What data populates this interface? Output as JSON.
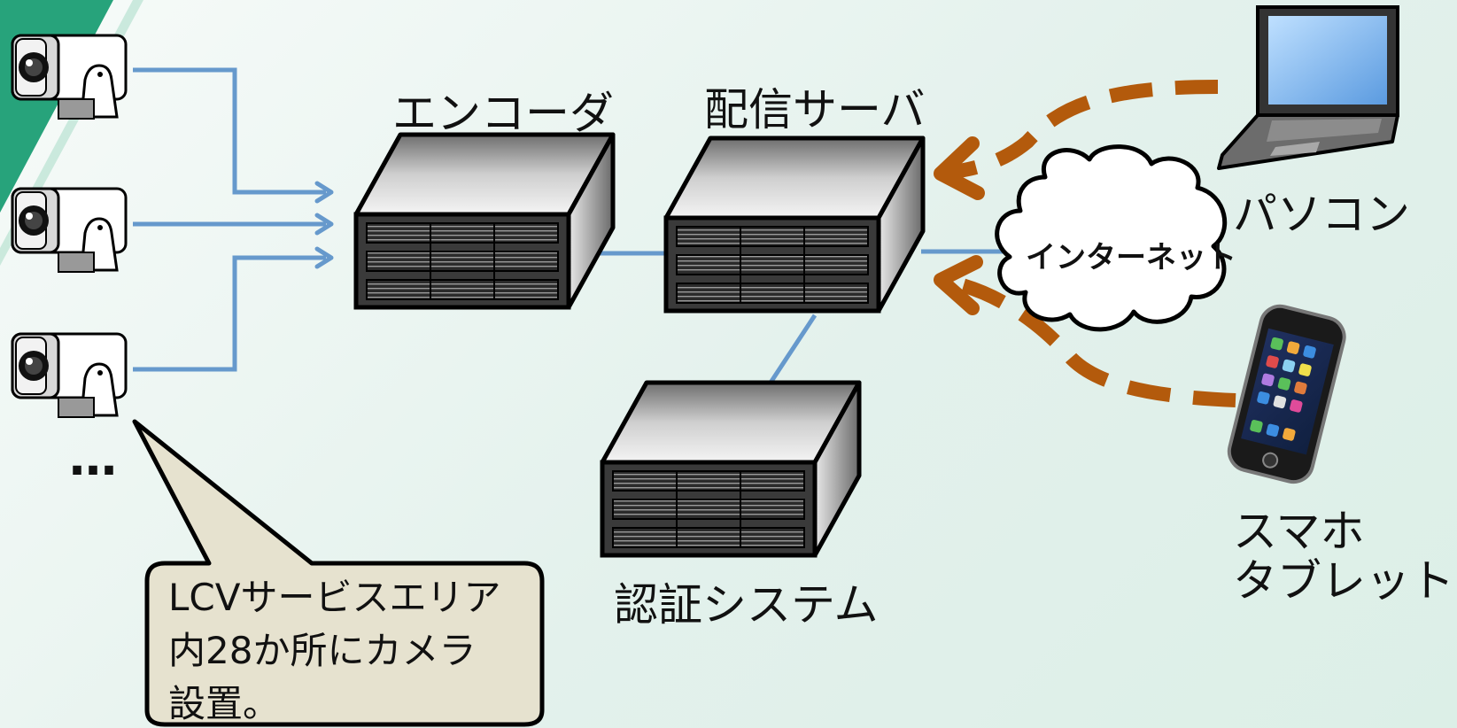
{
  "nodes": {
    "encoder": {
      "label": "エンコーダ"
    },
    "distribution_server": {
      "label": "配信サーバ"
    },
    "auth_system": {
      "label": "認証システム"
    },
    "internet": {
      "label": "インターネット"
    },
    "pc": {
      "label": "パソコン"
    },
    "smartphone": {
      "label_line1": "スマホ",
      "label_line2": "タブレット"
    }
  },
  "cameras": {
    "more_indicator": "…"
  },
  "callout": {
    "line1": "LCVサービスエリア",
    "line2": "内28か所にカメラ",
    "line3": "設置。"
  },
  "colors": {
    "link": "#6699cc",
    "access_arrow": "#b35a0c",
    "callout_fill": "#e6e2cf",
    "accent_green": "#27a37b"
  },
  "icons": [
    "camera-icon",
    "server-icon",
    "cloud-icon",
    "laptop-icon",
    "smartphone-icon"
  ]
}
